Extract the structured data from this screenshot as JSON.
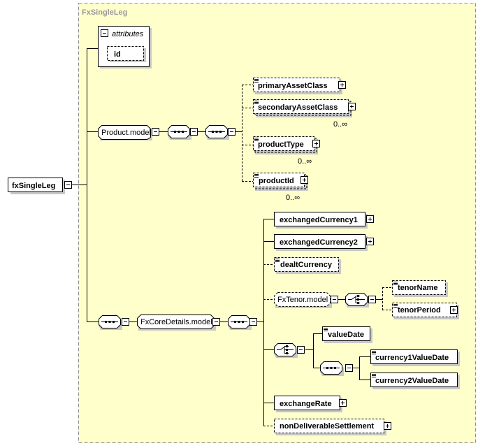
{
  "diagram": {
    "type_name": "FxSingleLeg",
    "attributes": {
      "header": "attributes",
      "items": [
        "id"
      ]
    },
    "root": "fxSingleLeg",
    "product_model": {
      "label": "Product.model",
      "elements": [
        {
          "name": "primaryAssetClass",
          "occurrence": ""
        },
        {
          "name": "secondaryAssetClass",
          "occurrence": "0..∞"
        },
        {
          "name": "productType",
          "occurrence": "0..∞"
        },
        {
          "name": "productId",
          "occurrence": "0..∞"
        }
      ]
    },
    "core_details_model": {
      "label": "FxCoreDetails.model",
      "elements": {
        "exchanged_currency_1": "exchangedCurrency1",
        "exchanged_currency_2": "exchangedCurrency2",
        "dealt_currency": "dealtCurrency",
        "exchange_rate": "exchangeRate",
        "non_deliverable_settlement": "nonDeliverableSettlement"
      },
      "fx_tenor_model": {
        "label": "FxTenor.model",
        "elements": [
          "tenorName",
          "tenorPeriod"
        ]
      },
      "value_date_choice": {
        "value_date": "valueDate",
        "currency_value_dates": [
          "currency1ValueDate",
          "currency2ValueDate"
        ]
      }
    },
    "colors": {
      "panel_fill": "#ffffcc",
      "panel_border": "#8f8f8f",
      "line": "#000000",
      "node_fill": "#ffffff",
      "shadow": "#c8c8c8",
      "title": "#9a9a9a"
    }
  }
}
